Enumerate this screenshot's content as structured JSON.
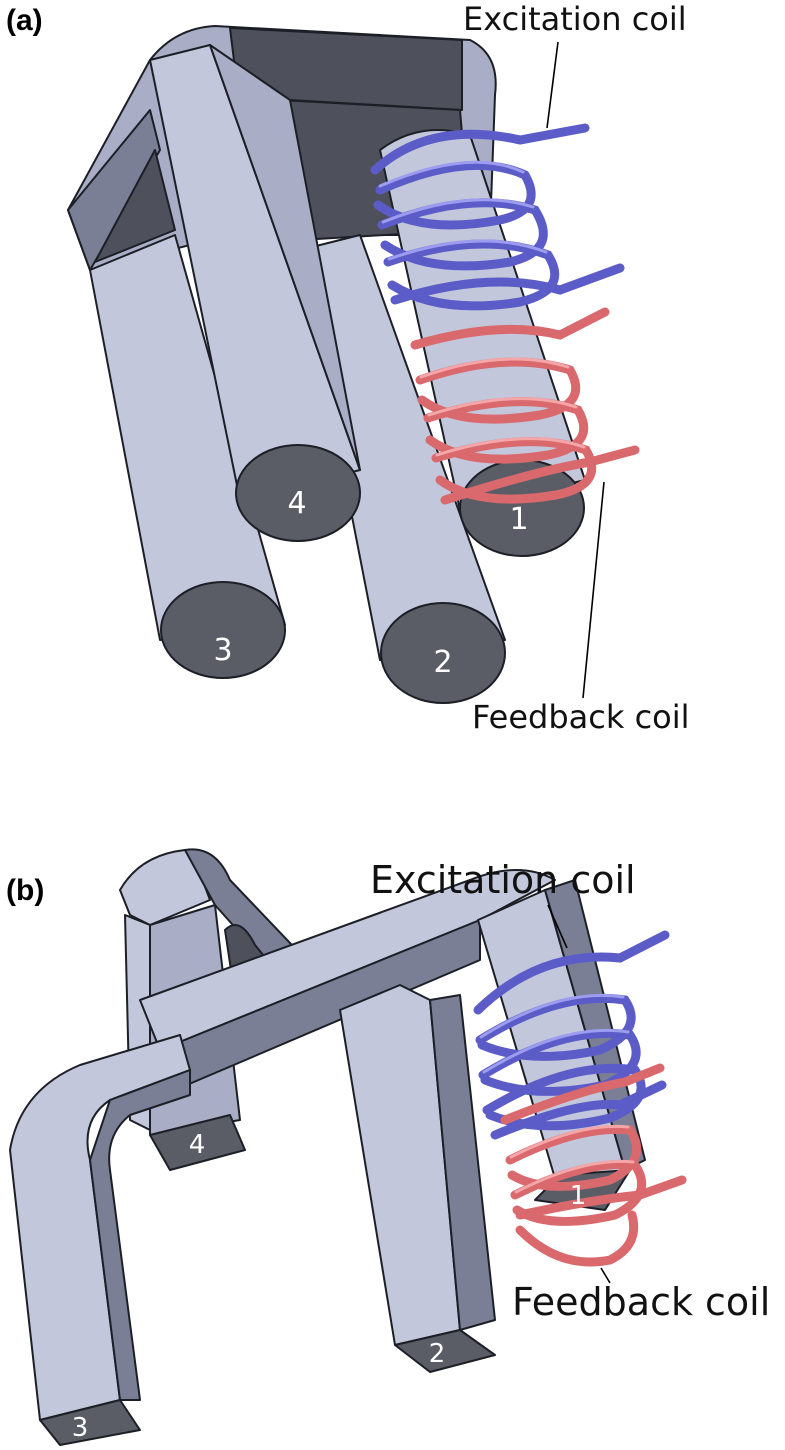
{
  "panels": {
    "a": {
      "label": "(a)",
      "excitation_label": "Excitation coil",
      "feedback_label": "Feedback coil",
      "legs": [
        "1",
        "2",
        "3",
        "4"
      ]
    },
    "b": {
      "label": "(b)",
      "excitation_label": "Excitation coil",
      "feedback_label": "Feedback coil",
      "legs": [
        "1",
        "2",
        "3",
        "4"
      ]
    }
  },
  "colors": {
    "excitation_coil": "#5c5cc8",
    "feedback_coil": "#d9696d",
    "core": "#b4b8d0",
    "leg_face": "#5a5c66"
  }
}
